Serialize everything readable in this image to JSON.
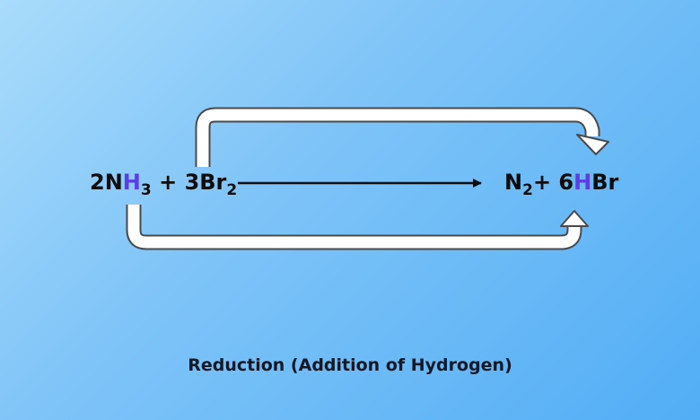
{
  "equation": {
    "reactants": {
      "term1": {
        "coefficient": "2",
        "element_n": "N",
        "element_h": "H",
        "subscript": "3"
      },
      "plus": "+",
      "term2": {
        "coefficient": "3",
        "element": "Br",
        "subscript": "2"
      }
    },
    "products": {
      "term1": {
        "element": "N",
        "subscript": "2"
      },
      "plus": "+",
      "term2": {
        "coefficient": "6",
        "element_h": "H",
        "element_br": "Br"
      }
    }
  },
  "caption": "Reduction (Addition of Hydrogen)",
  "colors": {
    "highlight": "#5b3ee6",
    "text": "#0d0d0d",
    "arrow_fill": "#ffffff",
    "arrow_stroke": "#4a4a4a"
  },
  "icons": [
    "reaction-arrow-icon",
    "upper-curved-arrow-icon",
    "lower-curved-arrow-icon"
  ]
}
